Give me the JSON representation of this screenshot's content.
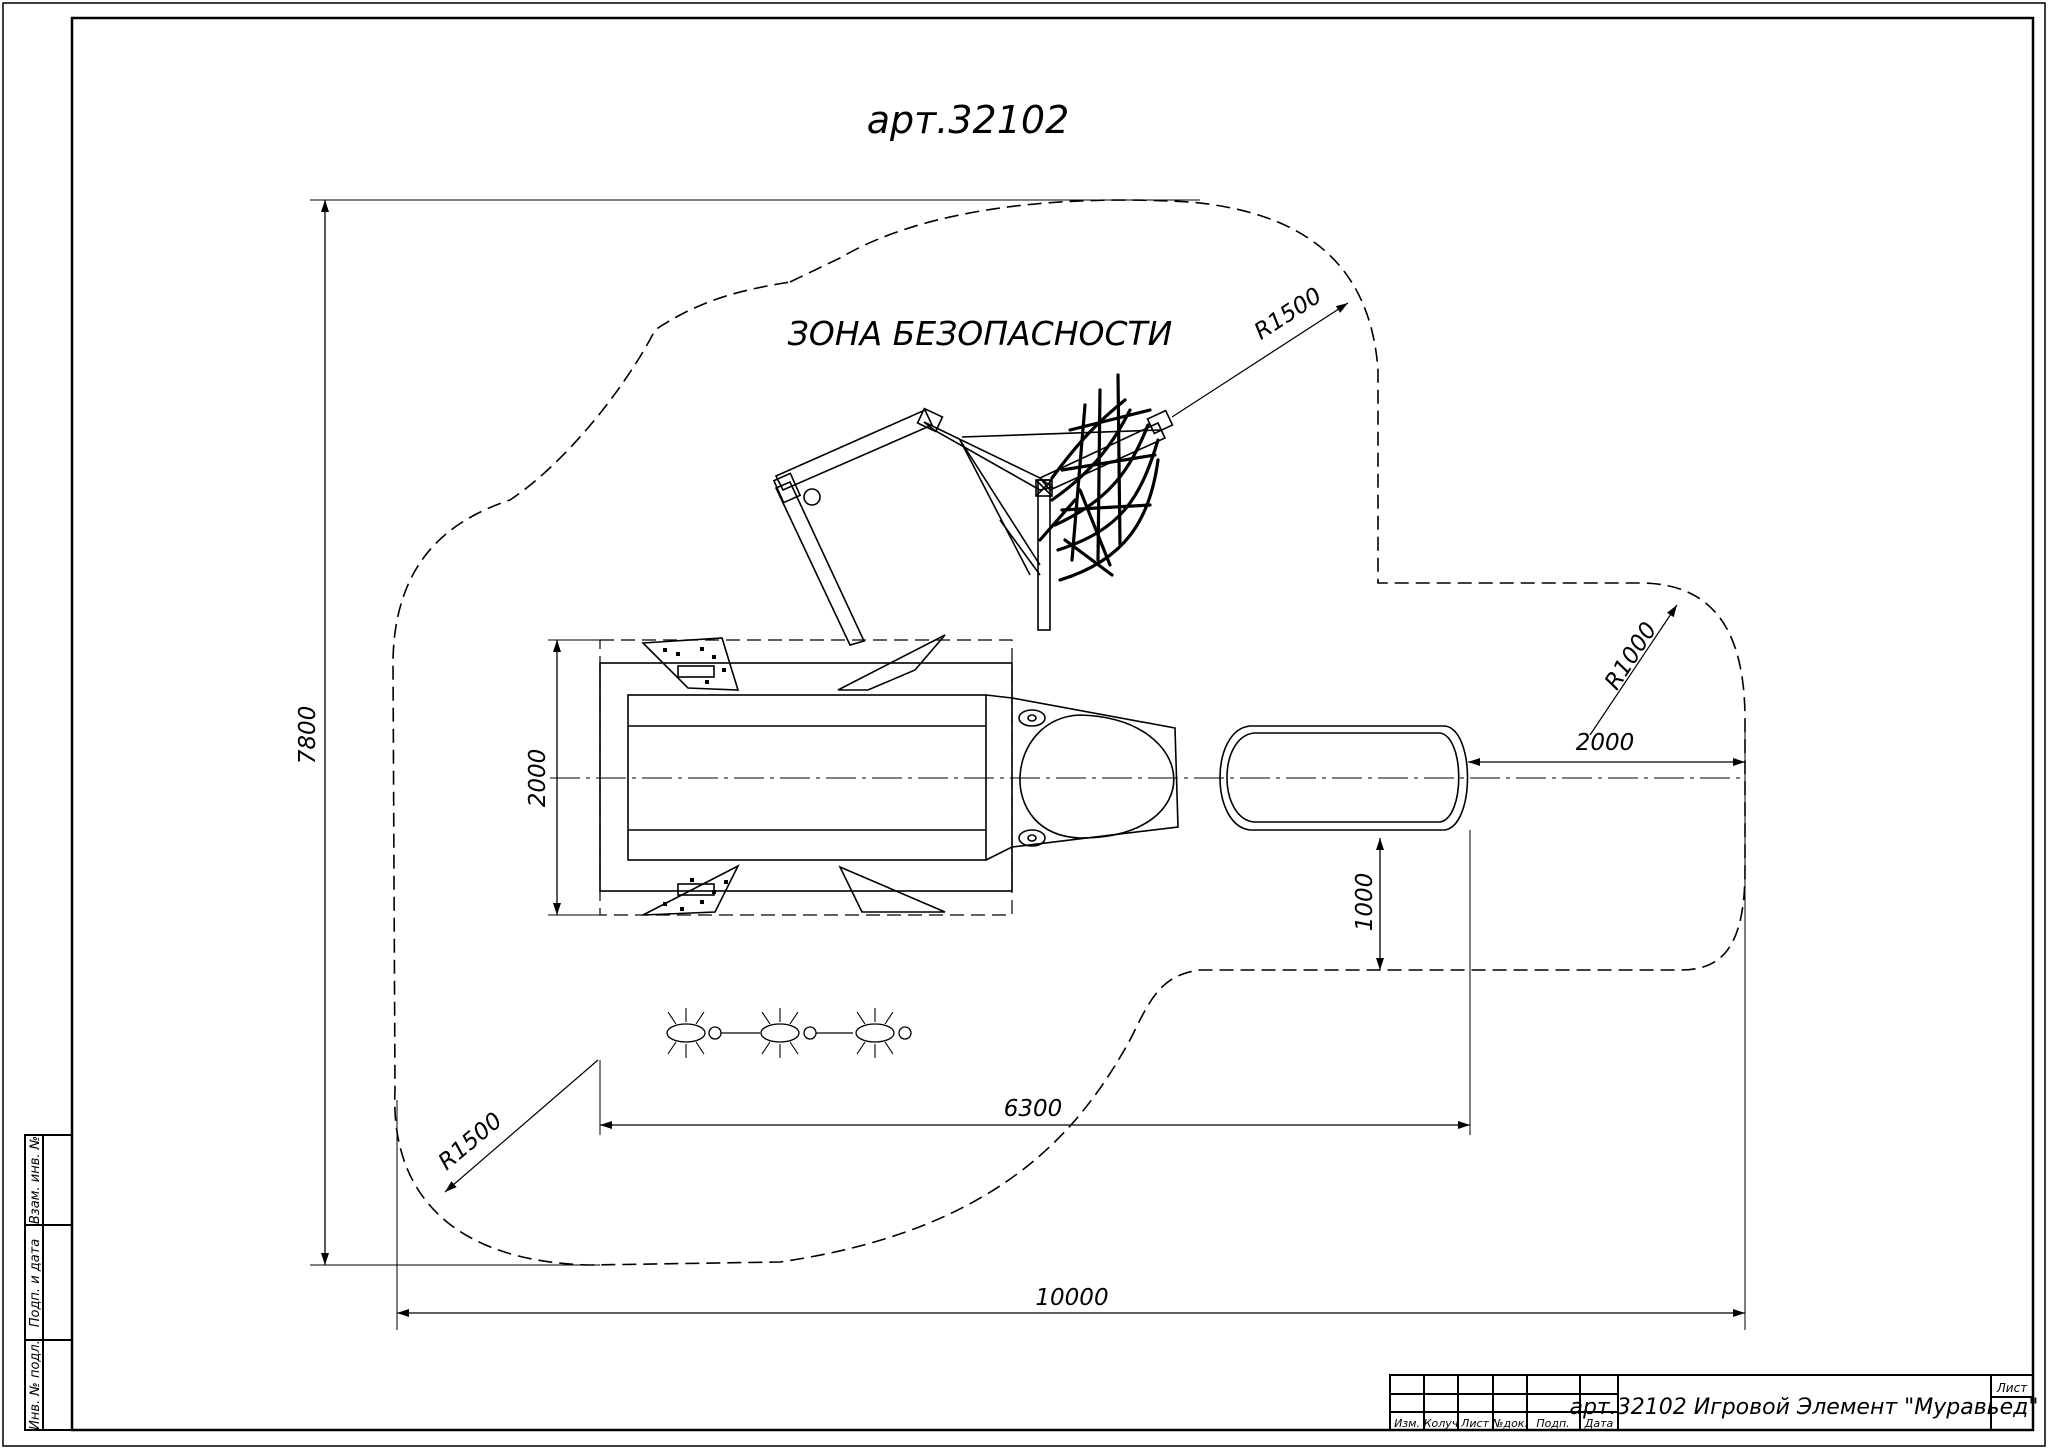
{
  "drawing": {
    "title": "арт.32102",
    "safety_zone_label": "ЗОНА БЕЗОПАСНОСТИ"
  },
  "dimensions": {
    "overall_width": "10000",
    "overall_depth": "7800",
    "object_length": "6300",
    "object_width": "2000",
    "clearance_front": "2000",
    "clearance_side": "1000",
    "radius_top": "R1500",
    "radius_bottom": "R1500",
    "radius_right": "R1000"
  },
  "side_stamp": {
    "labels": [
      "Взам. инв. №",
      "Подп. и дата",
      "Инв. № подл."
    ]
  },
  "title_block": {
    "columns": [
      "Изм.",
      "Колуч",
      "Лист",
      "№док.",
      "Подп.",
      "Дата"
    ],
    "description": "арт.32102  Игровой Элемент \"Муравьед\"",
    "sheet_label": "Лист"
  }
}
